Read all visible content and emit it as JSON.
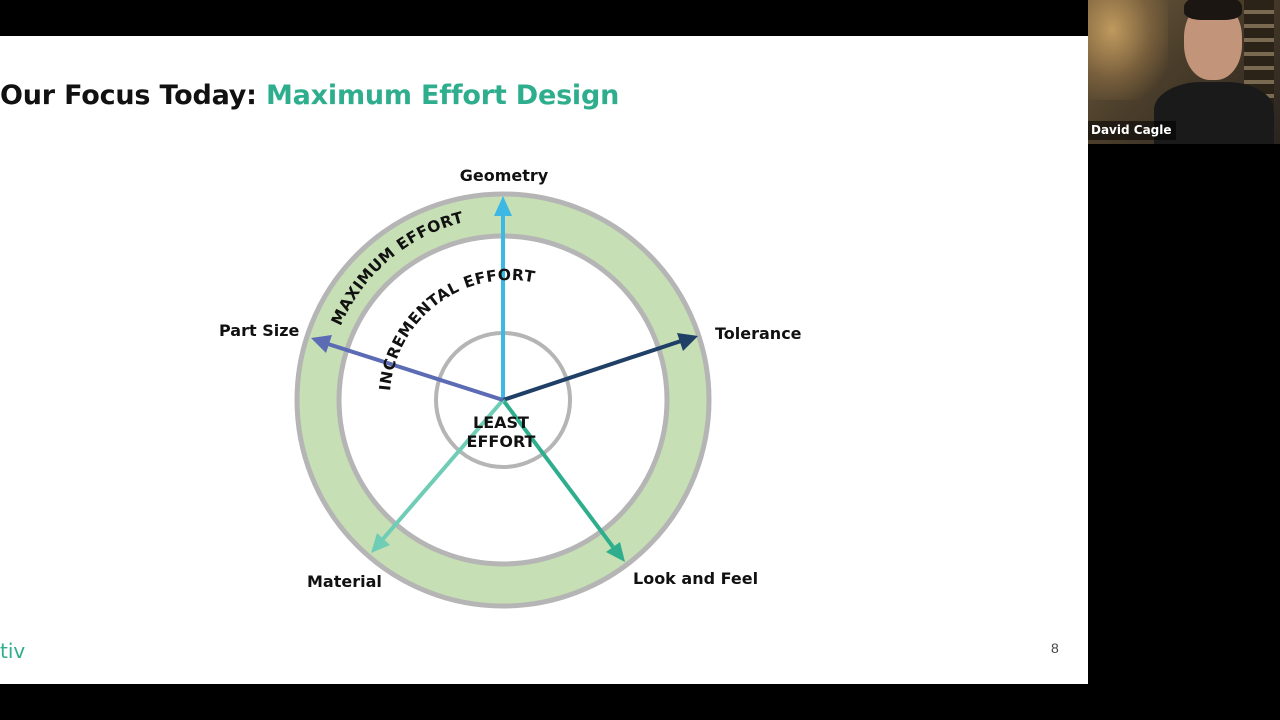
{
  "slide": {
    "title_prefix": "Our Focus Today:",
    "title_accent": "Maximum Effort Design",
    "logo_text": "tiv",
    "page_number": "8"
  },
  "diagram": {
    "ring_labels": {
      "outer": "MAXIMUM EFFORT",
      "middle": "INCREMENTAL EFFORT",
      "center_line1": "LEAST",
      "center_line2": "EFFORT"
    },
    "axes": [
      {
        "label": "Geometry",
        "color": "#3db7e4"
      },
      {
        "label": "Tolerance",
        "color": "#1f3f66"
      },
      {
        "label": "Look and Feel",
        "color": "#2fae8e"
      },
      {
        "label": "Material",
        "color": "#6fcdb5"
      },
      {
        "label": "Part Size",
        "color": "#5b6bb4"
      }
    ],
    "colors": {
      "outer_band": "#c6dfb4",
      "ring_stroke": "#b5b5b5"
    }
  },
  "participant": {
    "name": "David Cagle"
  }
}
